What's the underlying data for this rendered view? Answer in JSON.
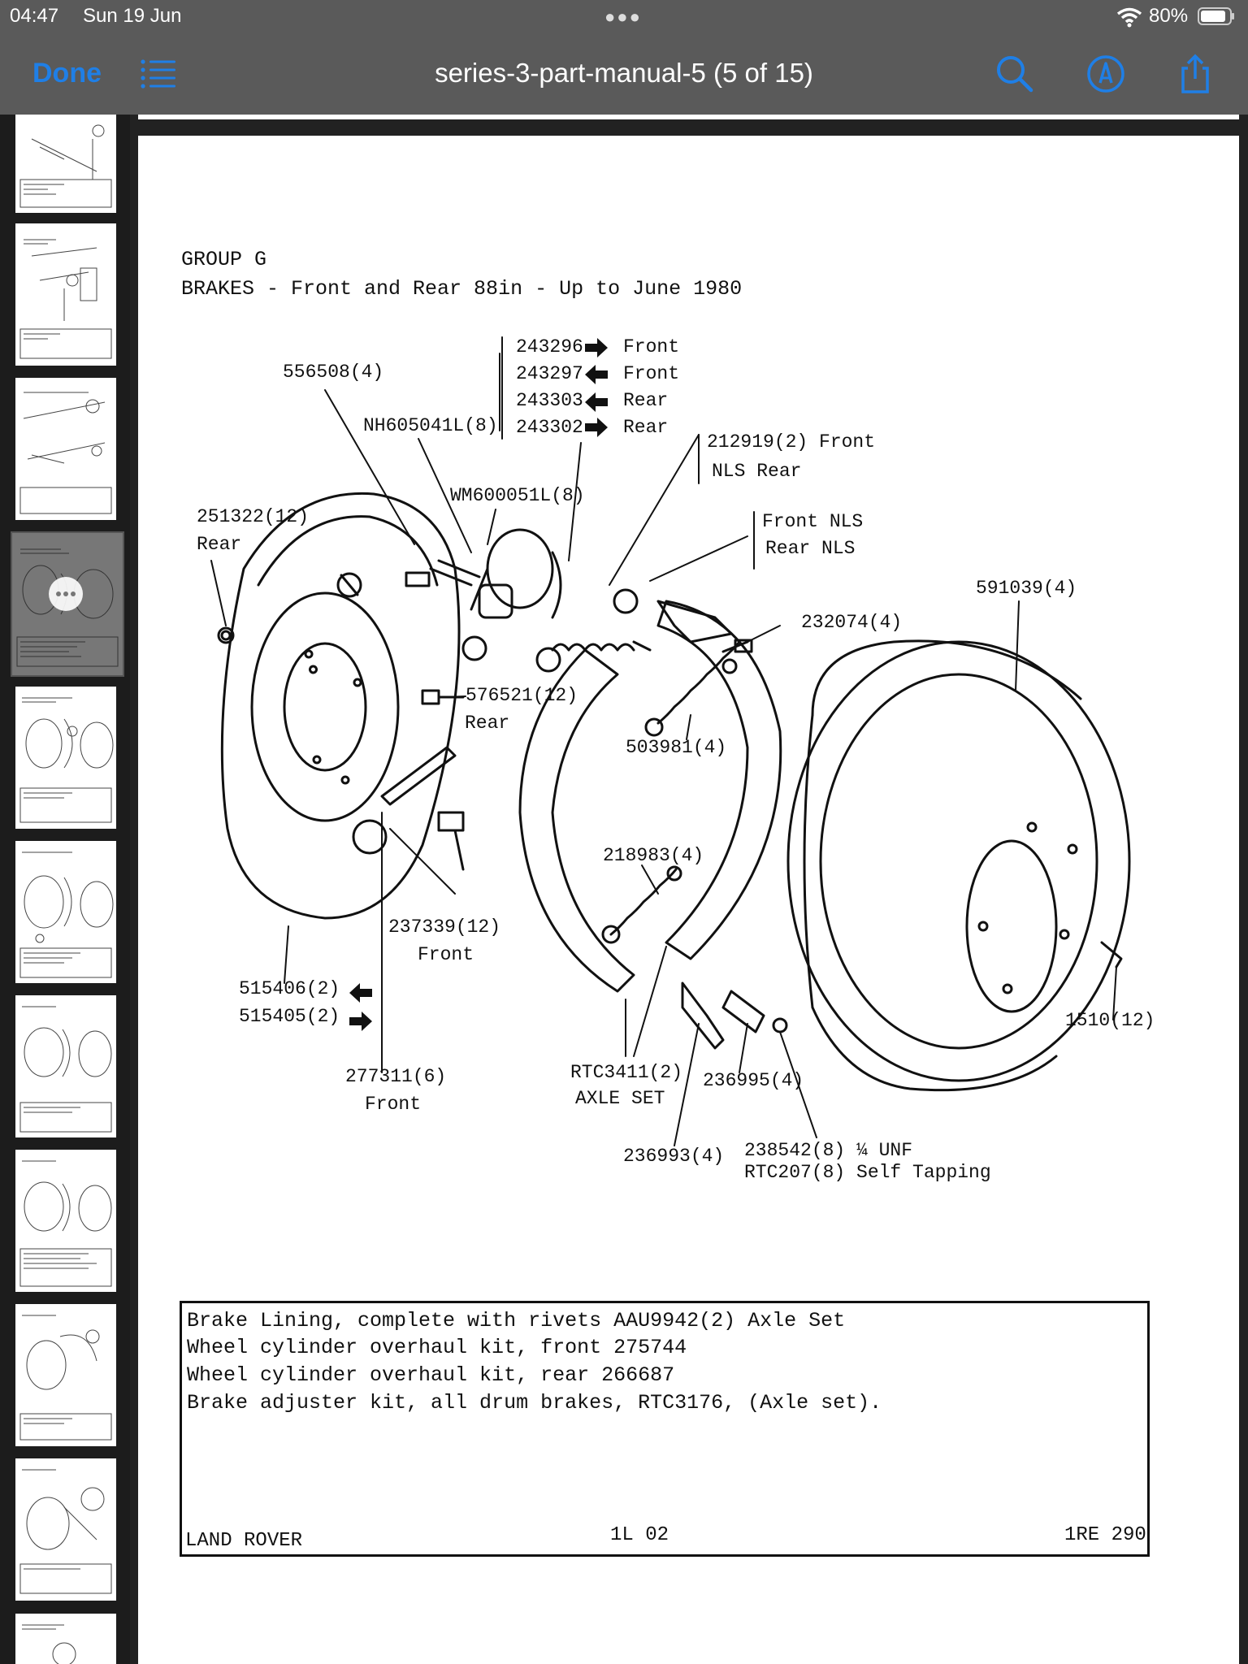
{
  "status_bar": {
    "time": "04:47",
    "date": "Sun 19 Jun",
    "battery": "80%"
  },
  "nav": {
    "done_label": "Done",
    "title": "series-3-part-manual-5 (5 of 15)",
    "icons": [
      "list-icon",
      "search-icon",
      "markup-icon",
      "share-icon"
    ],
    "accent_color": "#1f7fe6"
  },
  "sidebar": {
    "selected_index": 3,
    "thumb_count": 11
  },
  "document": {
    "group": "GROUP G",
    "subtitle": "BRAKES - Front and Rear 88in - Up to June 1980",
    "callouts": {
      "c556508": "556508(4)",
      "nh605041": "NH605041L(8)",
      "wc243296": "243296",
      "wc243296_note": "Front",
      "wc243297": "243297",
      "wc243297_note": "Front",
      "wc243303": "243303",
      "wc243303_note": "Rear",
      "wc243302": "243302",
      "wc243302_note": "Rear",
      "c212919": "212919(2) Front",
      "c212919_b": "NLS Rear",
      "wm600051": "WM600051L(8)",
      "c251322": "251322(12)",
      "c251322_b": "Rear",
      "front_nls": "Front NLS",
      "rear_nls": "Rear NLS",
      "c591039": "591039(4)",
      "c232074": "232074(4)",
      "c576521": "576521(12)",
      "c576521_b": "Rear",
      "c503981": "503981(4)",
      "c218983": "218983(4)",
      "c237339": "237339(12)",
      "c237339_b": "Front",
      "c515406": "515406(2)",
      "c515405": "515405(2)",
      "c1510": "1510(12)",
      "c277311": "277311(6)",
      "c277311_b": "Front",
      "rtc3411": "RTC3411(2)",
      "rtc3411_b": "AXLE SET",
      "c236995": "236995(4)",
      "c236993": "236993(4)",
      "c238542": "238542(8) ¼ UNF",
      "rtc207": "RTC207(8) Self Tapping"
    },
    "notes": [
      "Brake Lining, complete with rivets AAU9942(2) Axle Set",
      "Wheel cylinder overhaul kit, front 275744",
      "Wheel cylinder overhaul kit, rear 266687",
      "Brake adjuster kit, all drum brakes, RTC3176, (Axle set)."
    ],
    "footer_left": "LAND ROVER",
    "footer_center": "1L 02",
    "footer_right": "1RE 290"
  }
}
